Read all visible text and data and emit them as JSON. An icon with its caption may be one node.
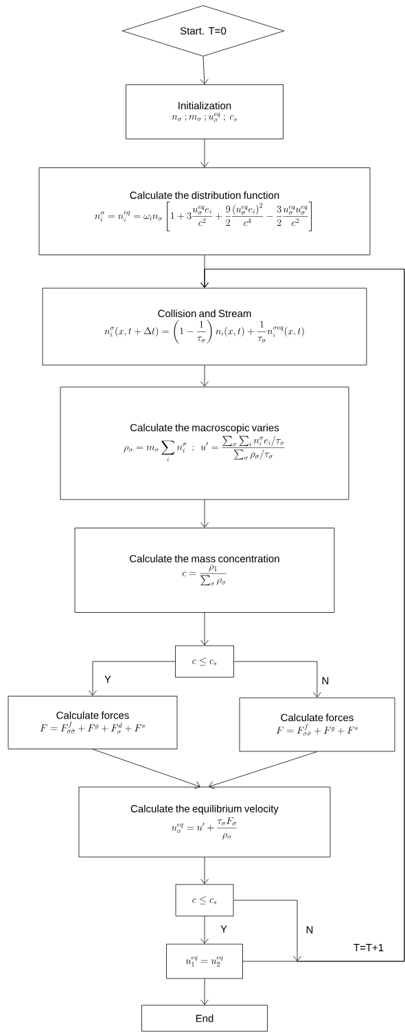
{
  "diagram": {
    "nodes": [
      {
        "text": [
          "Start. T=0"
        ]
      },
      {
        "text": [
          "Initialization",
          "n_\\sigma\\ ; m_\\sigma\\ ; u_\\sigma^{eq}\\ ;\\ c_s"
        ]
      },
      {
        "text": [
          "Calculate the distribution function",
          "n_i^\\sigma = n_i^{eq} = \\omega_i n_\\sigma \\left[1+3\\frac{u_\\sigma^{eq} e_i}{c^2}+\\frac{9}{2}\\frac{\\left(u_\\sigma^{eq} e_i\\right)^2}{c^4}-\\frac{3}{2}\\frac{u_\\sigma^{eq} u_\\sigma^{eq}}{c^2}\\right]"
        ]
      },
      {
        "text": [
          "Collision and Stream",
          "n_i^\\sigma(x,t+\\Delta t)=\\left(1-\\frac{1}{\\tau_\\sigma}\\right)n_i(x,t)+\\frac{1}{\\tau_\\sigma}n_i^{\\sigma eq}(x,t)"
        ]
      },
      {
        "text": [
          "Calculate the macroscopic varies",
          "\\rho_\\sigma = m_\\sigma \\sum_i n_i^\\sigma\\ \\ ;\\ \\ u' = \\frac{\\sum_\\sigma \\sum_i n_i^\\sigma e_i / \\tau_\\sigma}{\\sum_\\sigma \\rho_\\sigma / \\tau_\\sigma}"
        ]
      },
      {
        "text": [
          "Calculate the mass concentration",
          "c = \\frac{\\rho_1}{\\sum_\\sigma \\rho_\\sigma}"
        ]
      },
      {
        "text": [
          "c \\le c_s"
        ]
      },
      {
        "text": [
          "Calculate forces",
          "F = F^f_{\\sigma\\bar\\sigma} + F^g + F^d_\\sigma + F^s"
        ]
      },
      {
        "text": [
          "Calculate forces",
          "F = F^f_{\\sigma\\bar\\sigma} + F^g + F^s"
        ]
      },
      {
        "text": [
          "Calculate the equilibrium velocity",
          "u_\\sigma^{eq} = u' + \\frac{\\tau_\\sigma F_\\sigma}{\\rho_\\sigma}"
        ]
      },
      {
        "text": [
          "c \\le c_s"
        ]
      },
      {
        "text": [
          "u_1^{eq} = u_2^{eq}"
        ]
      },
      {
        "text": [
          "End"
        ]
      }
    ],
    "edges": [
      {
        "from": 0,
        "to": 1,
        "arrow": "to"
      },
      {
        "from": 1,
        "to": 2,
        "arrow": "to"
      },
      {
        "from": 2,
        "to": 3,
        "arrow": "to"
      },
      {
        "from": 3,
        "to": 4,
        "arrow": "to"
      },
      {
        "from": 4,
        "to": 5,
        "arrow": "to"
      },
      {
        "from": 5,
        "to": 6,
        "arrow": "to"
      },
      {
        "from": 6,
        "to": 7,
        "arrow": "to",
        "label": "Y"
      },
      {
        "from": 6,
        "to": 8,
        "arrow": "to",
        "label": "N"
      },
      {
        "from": 7,
        "to": 9,
        "arrow": "to"
      },
      {
        "from": 8,
        "to": 9,
        "arrow": "to"
      },
      {
        "from": 9,
        "to": 10,
        "arrow": "to"
      },
      {
        "from": 10,
        "to": 11,
        "arrow": "to",
        "label": "Y"
      },
      {
        "from": 10,
        "to": 3,
        "arrow": "to",
        "label": "N"
      },
      {
        "from": 11,
        "to": 3,
        "arrow": "to",
        "label": "T=T+1"
      },
      {
        "from": 11,
        "to": 12,
        "arrow": "to"
      }
    ]
  }
}
